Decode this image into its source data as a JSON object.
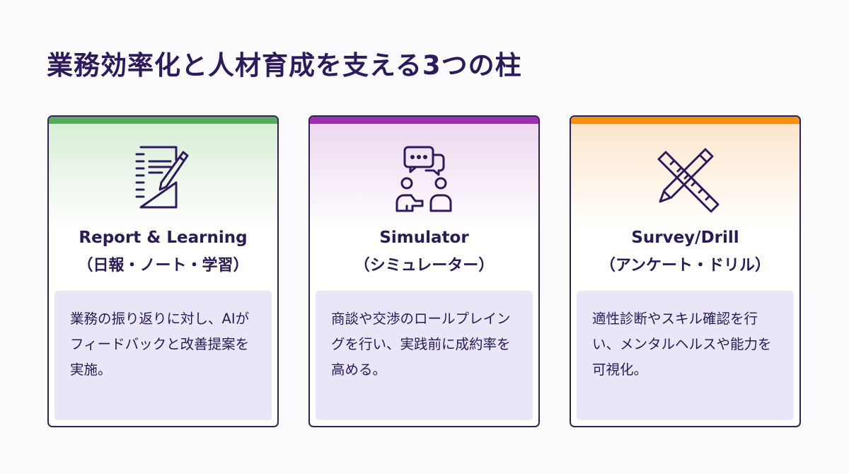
{
  "title": "業務効率化と人材育成を支える3つの柱",
  "cards": [
    {
      "heading": "Report & Learning",
      "subheading": "（日報・ノート・学習）",
      "body": "業務の振り返りに対し、AIがフィードバックと改善提案を実施。",
      "icon": "notebook-pencil-icon",
      "accent": "#5aaa5e"
    },
    {
      "heading": "Simulator",
      "subheading": "（シミュレーター）",
      "body": "商談や交渉のロールプレイングを行い、実践前に成約率を高める。",
      "icon": "conversation-icon",
      "accent": "#9b2fae"
    },
    {
      "heading": "Survey/Drill",
      "subheading": "（アンケート・ドリル）",
      "body": "適性診断やスキル確認を行い、メンタルヘルスや能力を可視化。",
      "icon": "ruler-pencil-icon",
      "accent": "#f5900e"
    }
  ]
}
